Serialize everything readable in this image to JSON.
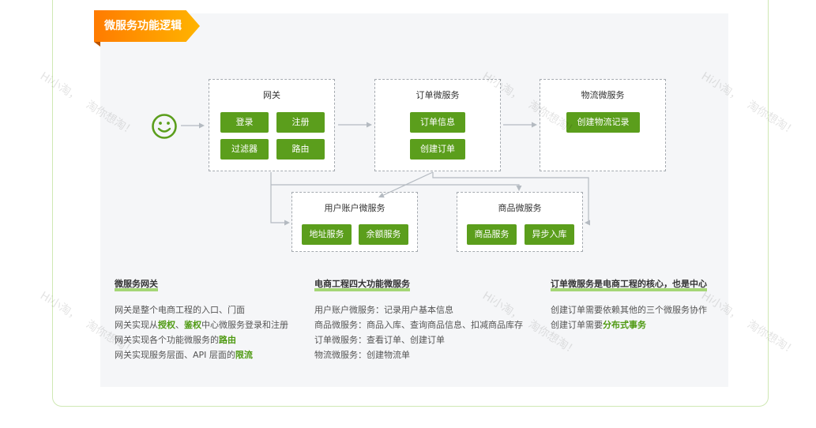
{
  "tag": {
    "title": "微服务功能逻辑"
  },
  "diagram": {
    "client": {
      "icon": "smiley-face-icon"
    },
    "gateway": {
      "title": "网关",
      "items": [
        "登录",
        "注册",
        "过滤器",
        "路由"
      ]
    },
    "order_service": {
      "title": "订单微服务",
      "items": [
        "订单信息",
        "创建订单"
      ]
    },
    "logistics_service": {
      "title": "物流微服务",
      "items": [
        "创建物流记录"
      ]
    },
    "user_account_service": {
      "title": "用户账户微服务",
      "items": [
        "地址服务",
        "余额服务"
      ]
    },
    "product_service": {
      "title": "商品微服务",
      "items": [
        "商品服务",
        "异步入库"
      ]
    }
  },
  "notes": [
    {
      "heading": "微服务网关",
      "lines": [
        [
          "网关是整个电商工程的入口、门面"
        ],
        [
          "网关实现从",
          "授权",
          "、",
          "鉴权",
          "中心微服务登录和注册"
        ],
        [
          "网关实现各个功能微服务的",
          "路由"
        ],
        [
          "网关实现服务层面、API 层面的",
          "限流"
        ]
      ]
    },
    {
      "heading": "电商工程四大功能微服务",
      "lines": [
        [
          "用户账户微服务：记录用户基本信息"
        ],
        [
          "商品微服务：商品入库、查询商品信息、扣减商品库存"
        ],
        [
          "订单微服务：查看订单、创建订单"
        ],
        [
          "物流微服务：创建物流单"
        ]
      ]
    },
    {
      "heading": "订单微服务是电商工程的核心，也是中心",
      "lines": [
        [
          "创建订单需要依赖其他的三个微服务协作"
        ],
        [
          "创建订单需要",
          "分布式事务"
        ]
      ]
    }
  ],
  "watermark": {
    "text_a": "Hi小淘，",
    "text_b": "淘你想淘！"
  },
  "colors": {
    "accent_green": "#5b9e1c",
    "highlight_text_green": "#4f9a12",
    "heading_underline_green": "#a5d676",
    "tag_orange_left": "#ff7b00",
    "tag_orange_right": "#ffb400",
    "card_border_green": "#cfe8b4",
    "panel_gray": "#f5f6f8",
    "connector_gray": "#b4bac1"
  }
}
